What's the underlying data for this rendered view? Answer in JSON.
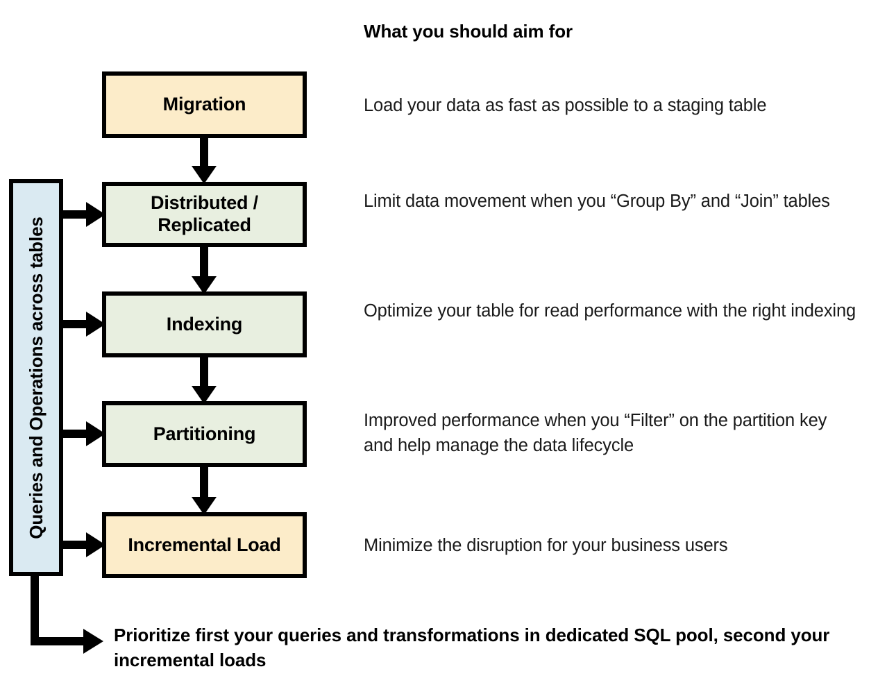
{
  "heading": "What you should aim for",
  "side_bar": {
    "label": "Queries and Operations across tables",
    "fill_color": "#daeaf2"
  },
  "colors": {
    "yellow_fill": "#fcecc9",
    "green_fill": "#e8efe0",
    "blue_fill": "#daeaf2",
    "outline": "#000000",
    "background": "#ffffff"
  },
  "steps": [
    {
      "id": "migration",
      "label": "Migration",
      "fill": "yellow",
      "description": "Load your data as fast as possible to a staging table"
    },
    {
      "id": "distributed",
      "label": "Distributed /\nReplicated",
      "fill": "green",
      "description": "Limit data movement when you “Group By” and “Join” tables"
    },
    {
      "id": "indexing",
      "label": "Indexing",
      "fill": "green",
      "description": "Optimize your table for read performance with the right indexing"
    },
    {
      "id": "partitioning",
      "label": "Partitioning",
      "fill": "green",
      "description": "Improved performance when you “Filter” on the partition key and help manage the data lifecycle"
    },
    {
      "id": "incremental",
      "label": "Incremental Load",
      "fill": "yellow",
      "description": "Minimize the disruption for your business users"
    }
  ],
  "conclusion": "Prioritize first your queries and transformations in dedicated SQL pool, second your incremental loads"
}
